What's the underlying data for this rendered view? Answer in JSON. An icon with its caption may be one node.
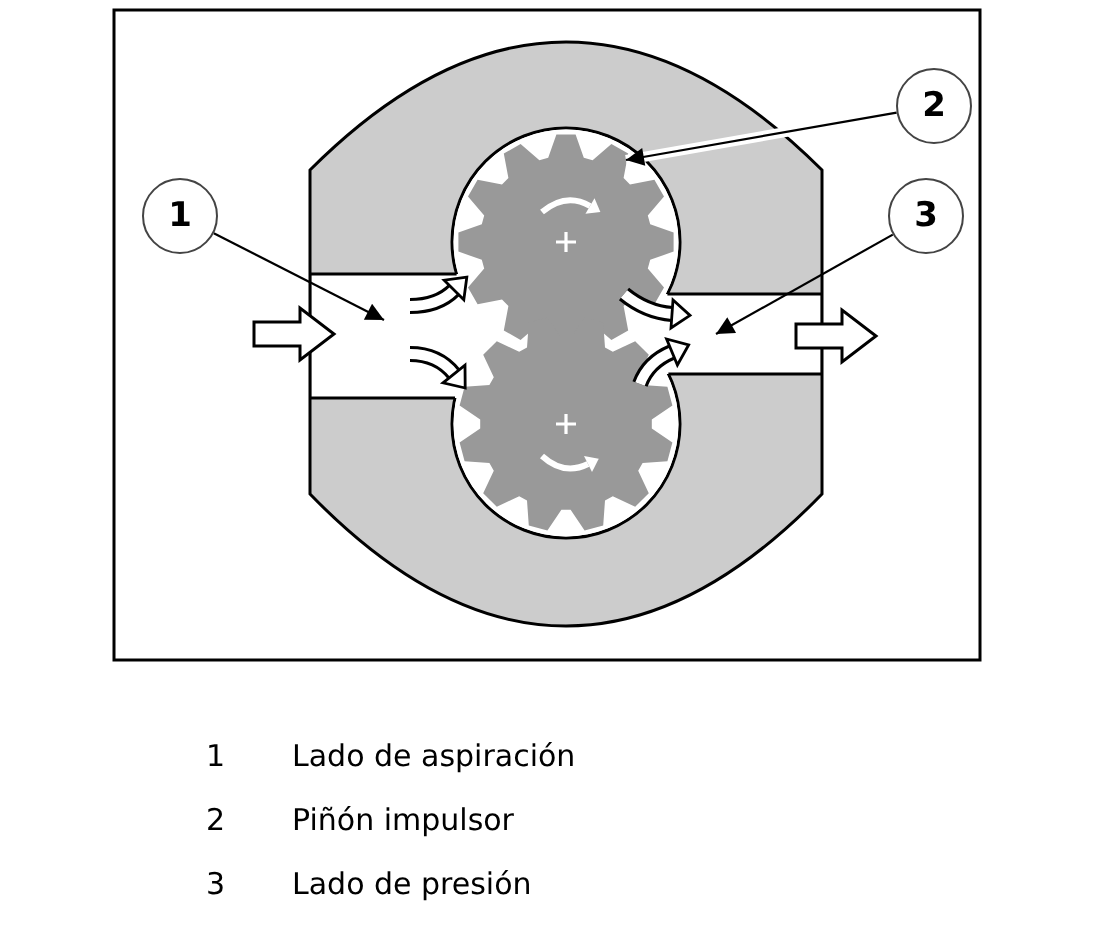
{
  "diagram": {
    "nodes": [
      {
        "text": [
          "1"
        ]
      },
      {
        "text": [
          "2"
        ]
      },
      {
        "text": [
          "3"
        ]
      }
    ],
    "edges": [
      {
        "from": 0,
        "to": null,
        "arrow": "to"
      },
      {
        "from": 1,
        "to": null,
        "arrow": "to"
      },
      {
        "from": 2,
        "to": null,
        "arrow": "to"
      }
    ],
    "labels": [
      "1",
      "Lado de aspiración",
      "2",
      "Piñón impulsor",
      "3",
      "Lado de presión"
    ]
  }
}
